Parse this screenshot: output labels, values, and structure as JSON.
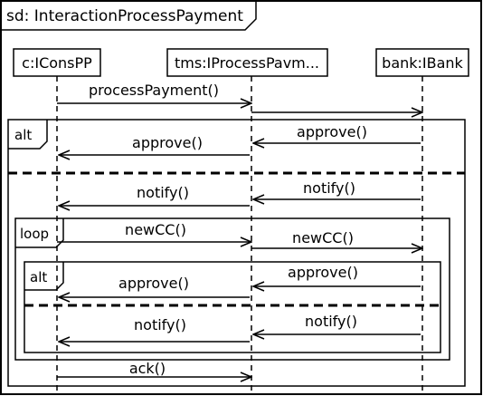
{
  "diagram": {
    "title": "sd: InteractionProcessPayment",
    "lifelines": [
      {
        "id": "c",
        "label": "c:IConsPP"
      },
      {
        "id": "tms",
        "label": "tms:IProcessPavm..."
      },
      {
        "id": "bank",
        "label": "bank:IBank"
      }
    ],
    "messages": [
      {
        "label": "processPayment()",
        "from": "c",
        "to": "tms"
      },
      {
        "label": "",
        "from": "tms",
        "to": "bank"
      },
      {
        "label": "approve()",
        "from": "bank",
        "to": "tms"
      },
      {
        "label": "approve()",
        "from": "tms",
        "to": "c"
      },
      {
        "label": "notify()",
        "from": "bank",
        "to": "tms"
      },
      {
        "label": "notify()",
        "from": "tms",
        "to": "c"
      },
      {
        "label": "newCC()",
        "from": "c",
        "to": "tms"
      },
      {
        "label": "newCC()",
        "from": "tms",
        "to": "bank"
      },
      {
        "label": "approve()",
        "from": "bank",
        "to": "tms"
      },
      {
        "label": "approve()",
        "from": "tms",
        "to": "c"
      },
      {
        "label": "notify()",
        "from": "bank",
        "to": "tms"
      },
      {
        "label": "notify()",
        "from": "tms",
        "to": "c"
      },
      {
        "label": "ack()",
        "from": "c",
        "to": "tms"
      }
    ],
    "fragments": [
      {
        "id": "alt-outer",
        "operator": "alt"
      },
      {
        "id": "loop",
        "operator": "loop"
      },
      {
        "id": "alt-inner",
        "operator": "alt"
      }
    ]
  }
}
